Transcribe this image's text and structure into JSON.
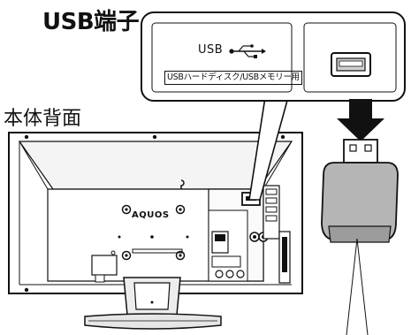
{
  "labels": {
    "usb_terminal": "USB端子",
    "rear_view": "本体背面",
    "usb_port_text": "USB",
    "usb_port_sub": "USBハードディスク/USBメモリー用",
    "tv_brand": "AQUOS"
  },
  "icons": {
    "usb_symbol": "usb-trident-icon",
    "insert_arrow": "down-arrow-icon"
  },
  "colors": {
    "line": "#111111",
    "tv_fill": "#ffffff",
    "tv_stand": "#e6e6e6",
    "drive_fill": "#b5b5b5",
    "callout_border": "#111111"
  }
}
